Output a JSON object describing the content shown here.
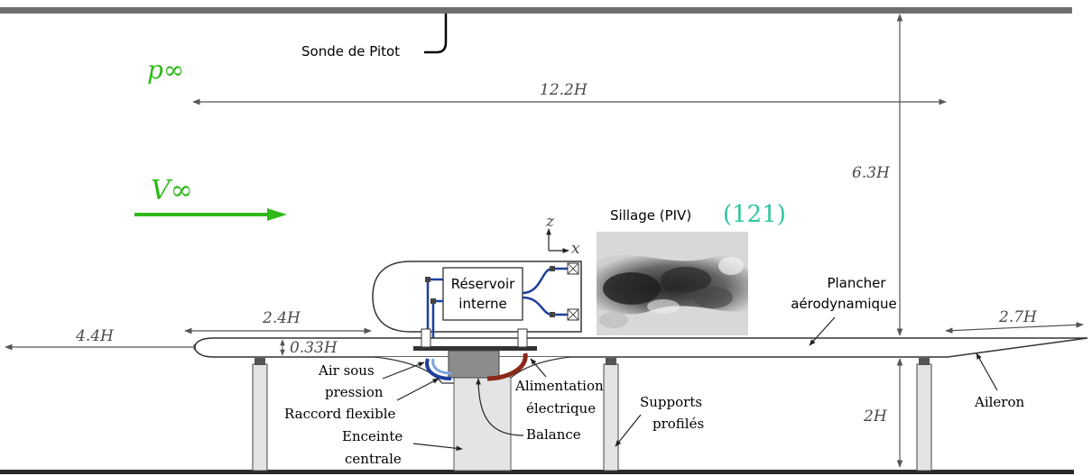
{
  "labels": {
    "pitot": "Sonde de Pitot",
    "p_inf": "p∞",
    "v_inf": "V∞",
    "wake": "Sillage (PIV)",
    "eq_number": "(121)",
    "reservoir_line1": "Réservoir",
    "reservoir_line2": "interne",
    "floor_line1": "Plancher",
    "floor_line2": "aérodynamique",
    "air_line1": "Air sous",
    "air_line2": "pression",
    "flex": "Raccord flexible",
    "enclosure_line1": "Enceinte",
    "enclosure_line2": "centrale",
    "power_line1": "Alimentation",
    "power_line2": "électrique",
    "balance": "Balance",
    "supports_line1": "Supports",
    "supports_line2": "profilés",
    "aileron": "Aileron",
    "axis_z": "z",
    "axis_x": "x"
  },
  "dimensions": {
    "d_12_2H": "12.2H",
    "d_6_3H": "6.3H",
    "d_2_4H": "2.4H",
    "d_4_4H": "4.4H",
    "d_0_33H": "0.33H",
    "d_2_7H": "2.7H",
    "d_2H": "2H"
  },
  "colors": {
    "flow": "#2fba1a",
    "equation": "#2ec4a0",
    "air_pipe": "#1f3f9a",
    "power_cable": "#8a2a1a",
    "wall": "#6e6e6e"
  }
}
